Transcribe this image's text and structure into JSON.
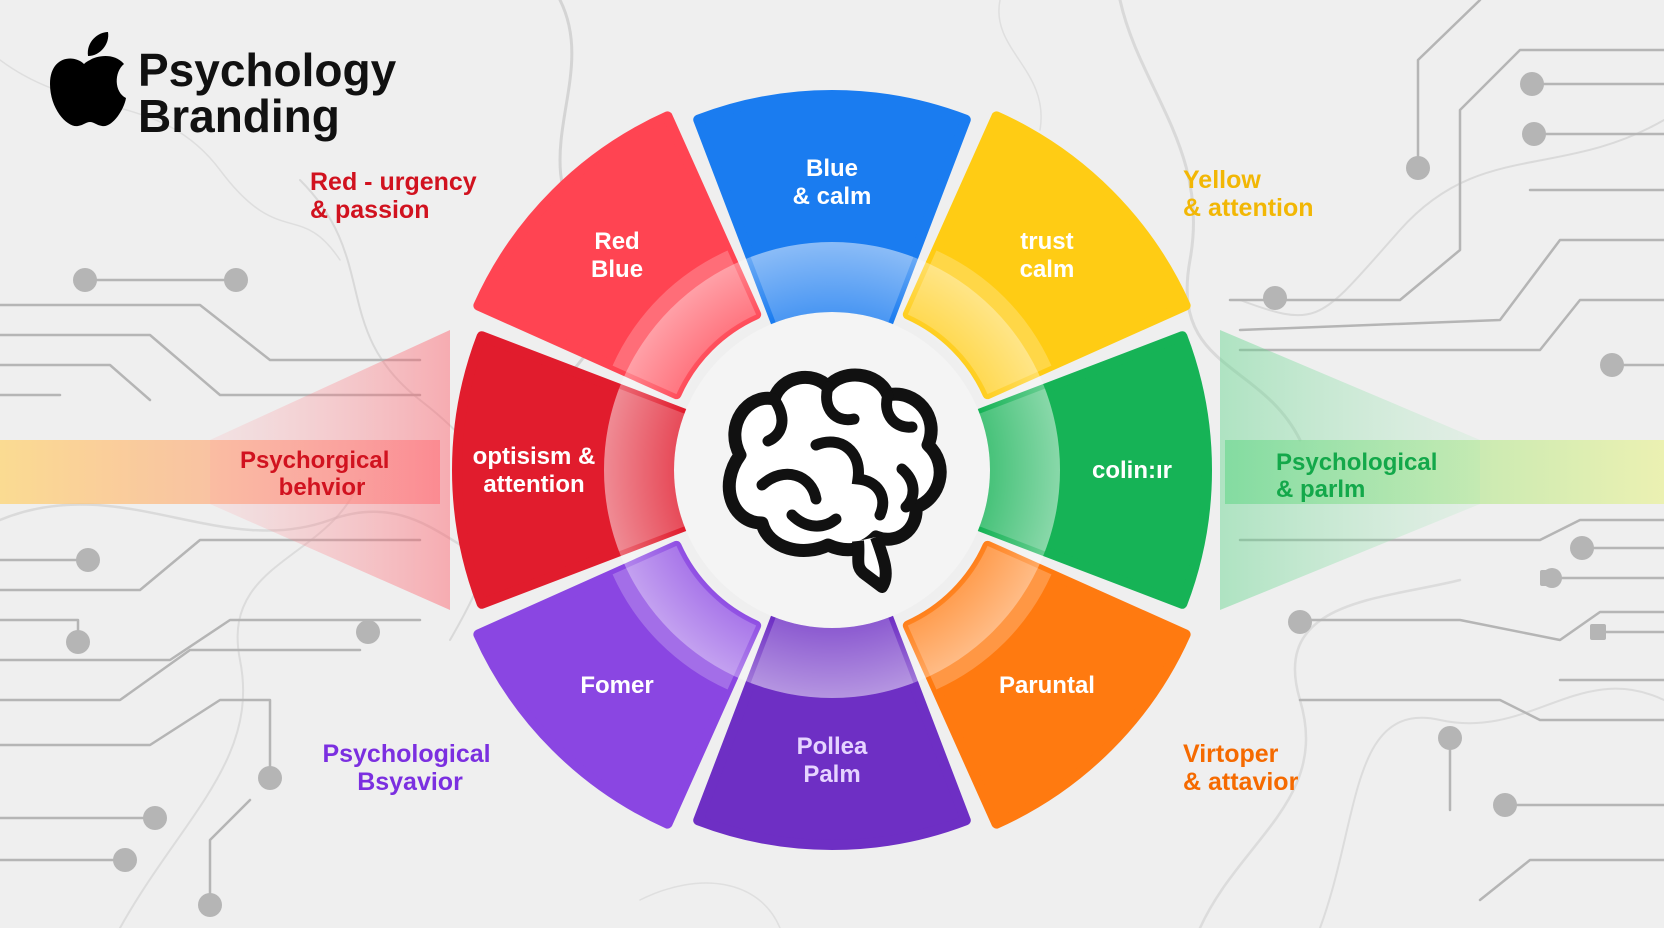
{
  "header": {
    "brand_icon": "apple-logo-icon",
    "title_line1": "Psychology",
    "title_line2": "Branding"
  },
  "center": {
    "icon": "brain-icon"
  },
  "wheel": {
    "segments": [
      {
        "id": "blue-top",
        "color": "#1a7cf0",
        "lines": [
          "Blue",
          "& calm"
        ],
        "text_color": "#ffffff"
      },
      {
        "id": "yellow",
        "color": "#ffcc14",
        "lines": [
          "trust",
          "calm"
        ],
        "text_color": "#ffffff"
      },
      {
        "id": "green",
        "color": "#16b356",
        "lines": [
          "colin:ır"
        ],
        "text_color": "#ffffff"
      },
      {
        "id": "orange",
        "color": "#ff7a10",
        "lines": [
          "Paruntal"
        ],
        "text_color": "#ffffff"
      },
      {
        "id": "purple-bottom",
        "color": "#6e2fc4",
        "lines": [
          "Pollea",
          "Palm"
        ],
        "text_color": "#e6d4ff"
      },
      {
        "id": "violet",
        "color": "#8a46e2",
        "lines": [
          "Fomer"
        ],
        "text_color": "#ffffff"
      },
      {
        "id": "crimson",
        "color": "#e11c2d",
        "lines": [
          "optisism &",
          "attention"
        ],
        "text_color": "#ffffff"
      },
      {
        "id": "red",
        "color": "#ff4452",
        "lines": [
          "Red",
          "Blue"
        ],
        "text_color": "#ffffff"
      }
    ]
  },
  "side_labels": [
    {
      "id": "red-urgency",
      "lines": [
        "Red - urgency",
        "& passion"
      ],
      "color": "#d1121f"
    },
    {
      "id": "yellow-attention",
      "lines": [
        "Yellow",
        "& attention"
      ],
      "color": "#f2b705"
    },
    {
      "id": "psych-behavior-left",
      "lines": [
        "Psychorgical",
        "behvior"
      ],
      "color": "#d1121f"
    },
    {
      "id": "psych-palm-right",
      "lines": [
        "Psychological",
        "& parlm"
      ],
      "color": "#13a84a"
    },
    {
      "id": "psych-bsyavior",
      "lines": [
        "Psychological",
        "Bsyavior"
      ],
      "color": "#7b2fe0"
    },
    {
      "id": "virtoper",
      "lines": [
        "Virtoper",
        "& attavior"
      ],
      "color": "#f56a00"
    }
  ]
}
